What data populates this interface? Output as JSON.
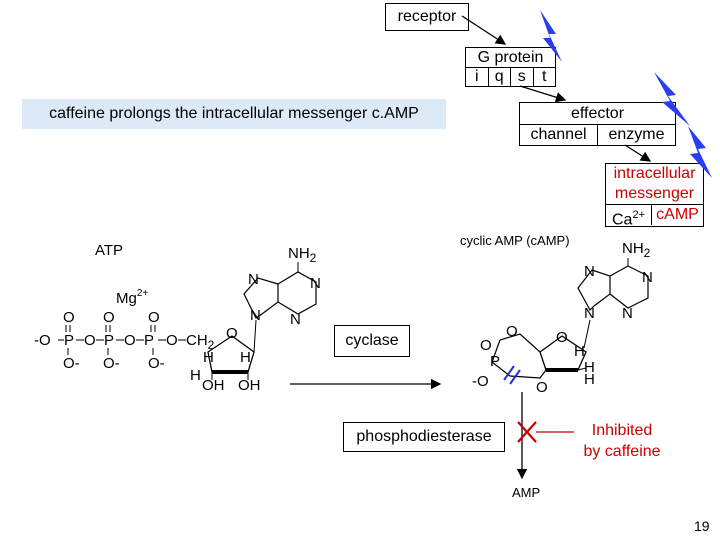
{
  "receptor": "receptor",
  "g_protein": {
    "title": "G protein",
    "subunits": [
      "i",
      "q",
      "s",
      "t"
    ]
  },
  "caption": "caffeine prolongs the intracellular messenger c.AMP",
  "effector": {
    "title": "effector",
    "items": [
      "channel",
      "enzyme"
    ]
  },
  "messenger": {
    "line1": "intracellular",
    "line2": "messenger",
    "ca": "Ca",
    "ca_sup": "2+",
    "camp": "cAMP"
  },
  "atp": {
    "label": "ATP",
    "nh2": "NH",
    "nh2_sub": "2",
    "mg": "Mg",
    "mg_sup": "2+",
    "n": "N",
    "o": "O",
    "p": "P",
    "h": "H",
    "oh": "OH",
    "ch2": "CH",
    "ch2_sub": "2",
    "o_minus": "-O",
    "o_neg": "O-"
  },
  "camp_struct": {
    "label": "cyclic AMP (cAMP)",
    "nh2": "NH",
    "nh2_sub": "2",
    "n": "N",
    "o": "O",
    "p": "P",
    "h": "H",
    "o_minus": "-O"
  },
  "cyclase": "cyclase",
  "phosphodiesterase": "phosphodiesterase",
  "inhibited": {
    "line1": "Inhibited",
    "line2": "by caffeine"
  },
  "amp": "AMP",
  "page_number": "19",
  "colors": {
    "caption_bg": "#dceaf7",
    "lightning": "#2a3cf5",
    "inhibit": "#cc0000",
    "arrow": "#000000"
  }
}
